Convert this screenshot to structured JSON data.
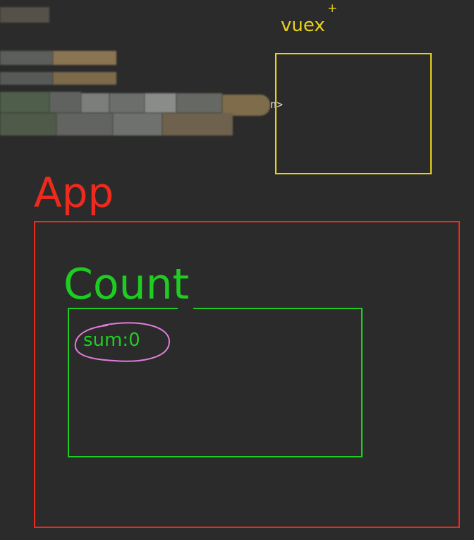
{
  "vuex": {
    "label": "vuex",
    "plus": "+",
    "color": "#e8d21a"
  },
  "code": {
    "visible_tail": "n>"
  },
  "app": {
    "label": "App",
    "color": "#ee2a1c"
  },
  "count": {
    "label": "Count",
    "color": "#1fcd22"
  },
  "sum": {
    "label": "sum:0",
    "circle_color": "#e27ddb"
  }
}
